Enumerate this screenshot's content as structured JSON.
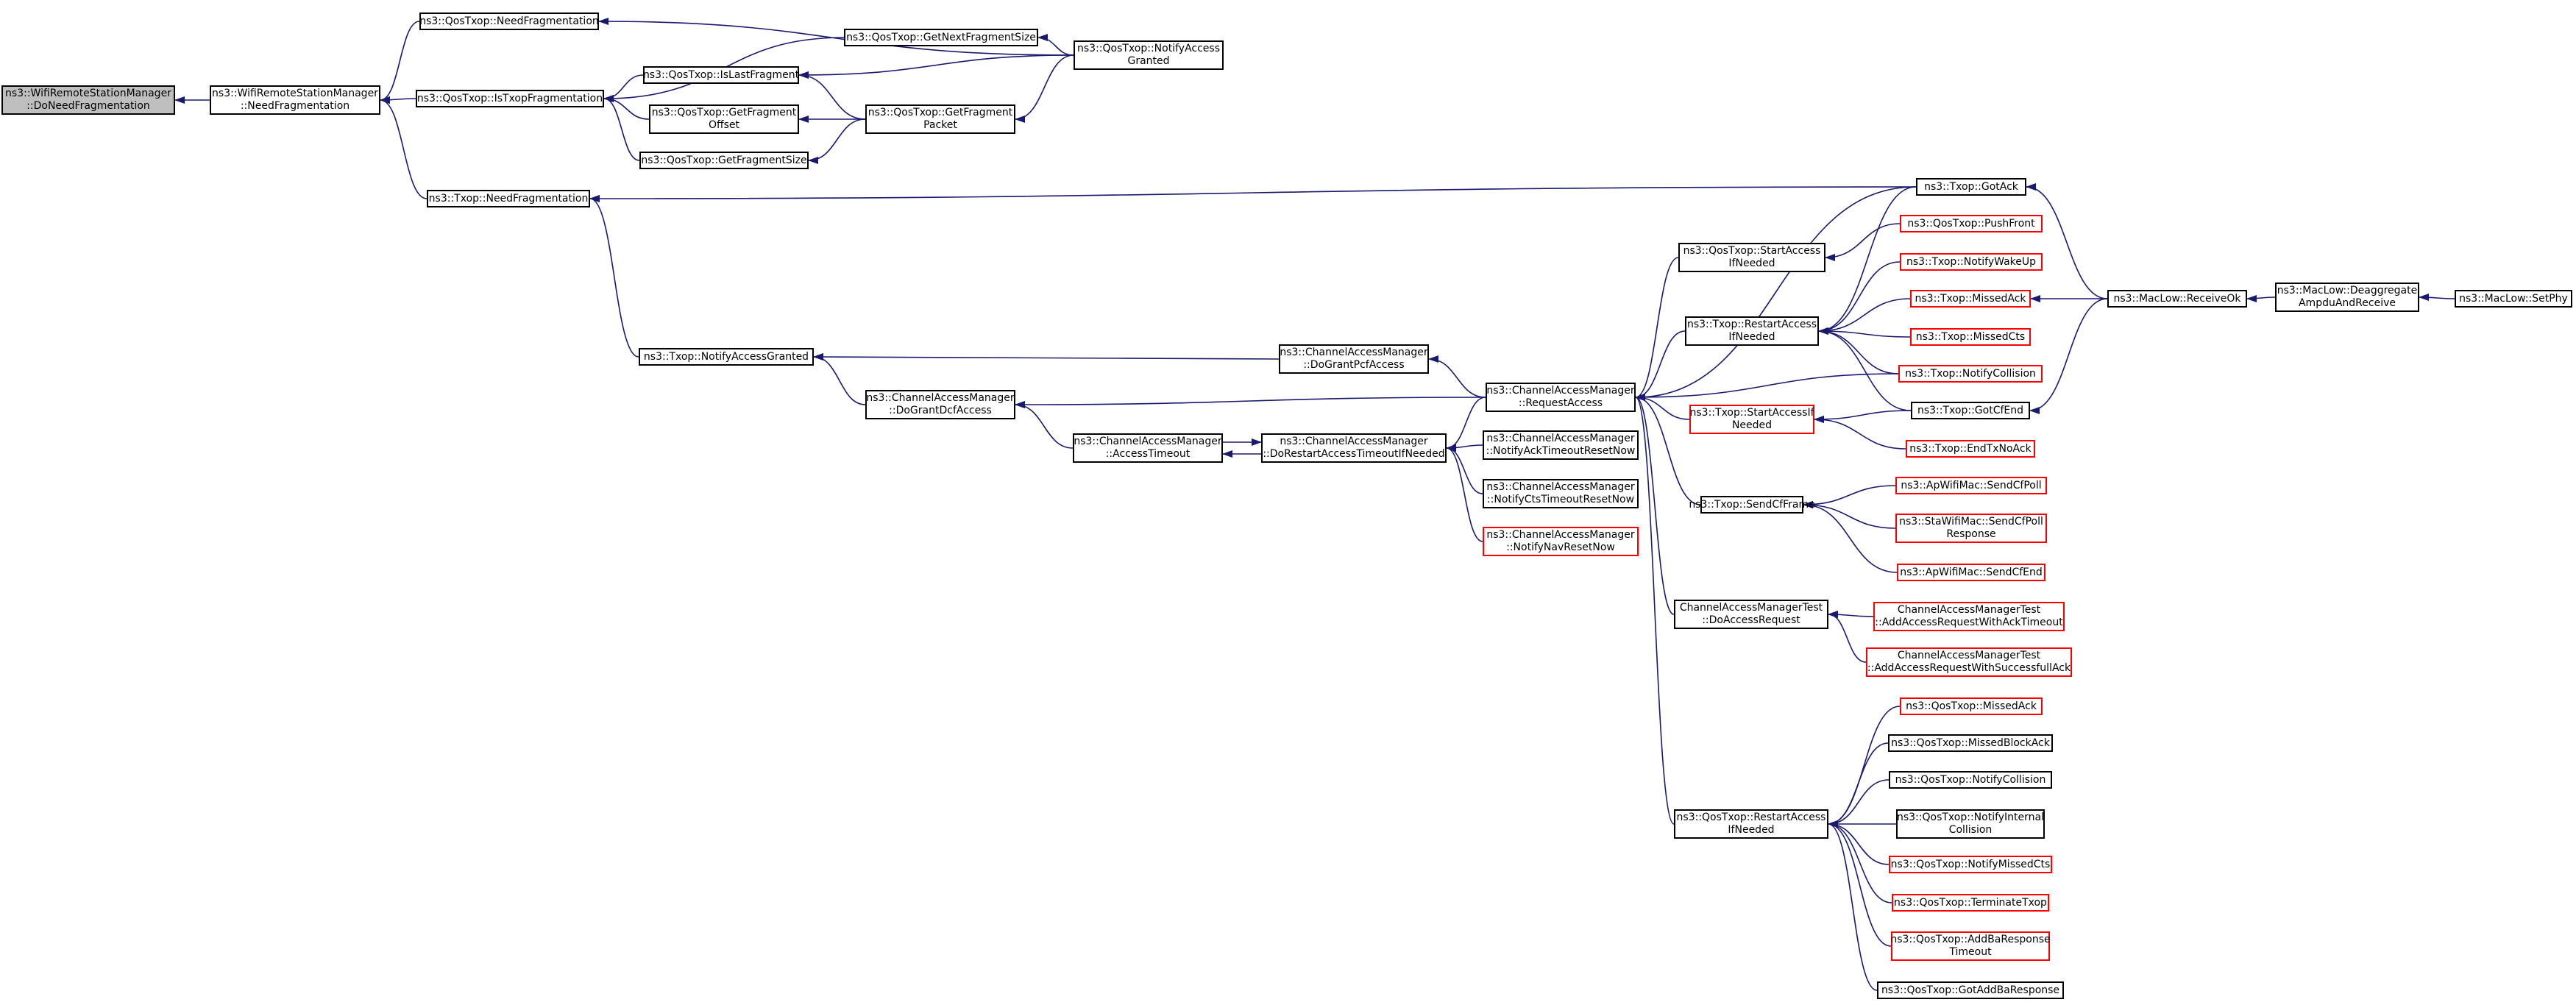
{
  "colors": {
    "edge": "#191970",
    "node_border": "#000000",
    "link_red": "#ff0000",
    "root_fill": "#bfbfbf"
  },
  "nodes": {
    "root": {
      "lines": [
        "ns3::WifiRemoteStationManager",
        "::DoNeedFragmentation"
      ],
      "style": "root"
    },
    "wrsm_nf": {
      "lines": [
        "ns3::WifiRemoteStationManager",
        "::NeedFragmentation"
      ],
      "style": "black"
    },
    "qt_nf": {
      "lines": [
        "ns3::QosTxop::NeedFragmentation"
      ],
      "style": "black"
    },
    "qt_itf": {
      "lines": [
        "ns3::QosTxop::IsTxopFragmentation"
      ],
      "style": "black"
    },
    "tx_nf": {
      "lines": [
        "ns3::Txop::NeedFragmentation"
      ],
      "style": "black"
    },
    "qt_gnfs": {
      "lines": [
        "ns3::QosTxop::GetNextFragmentSize"
      ],
      "style": "black"
    },
    "qt_ilf": {
      "lines": [
        "ns3::QosTxop::IsLastFragment"
      ],
      "style": "black"
    },
    "qt_gfo": {
      "lines": [
        "ns3::QosTxop::GetFragment",
        "Offset"
      ],
      "style": "black"
    },
    "qt_gfs": {
      "lines": [
        "ns3::QosTxop::GetFragmentSize"
      ],
      "style": "black"
    },
    "qt_nag": {
      "lines": [
        "ns3::QosTxop::NotifyAccess",
        "Granted"
      ],
      "style": "black"
    },
    "qt_gfp": {
      "lines": [
        "ns3::QosTxop::GetFragment",
        "Packet"
      ],
      "style": "black"
    },
    "tx_nag": {
      "lines": [
        "ns3::Txop::NotifyAccessGranted"
      ],
      "style": "black"
    },
    "cam_dgpa": {
      "lines": [
        "ns3::ChannelAccessManager",
        "::DoGrantPcfAccess"
      ],
      "style": "black"
    },
    "cam_dgda": {
      "lines": [
        "ns3::ChannelAccessManager",
        "::DoGrantDcfAccess"
      ],
      "style": "black"
    },
    "cam_at": {
      "lines": [
        "ns3::ChannelAccessManager",
        "::AccessTimeout"
      ],
      "style": "black"
    },
    "cam_drat": {
      "lines": [
        "ns3::ChannelAccessManager",
        "::DoRestartAccessTimeoutIfNeeded"
      ],
      "style": "black"
    },
    "cam_ra": {
      "lines": [
        "ns3::ChannelAccessManager",
        "::RequestAccess"
      ],
      "style": "black"
    },
    "cam_natrn": {
      "lines": [
        "ns3::ChannelAccessManager",
        "::NotifyAckTimeoutResetNow"
      ],
      "style": "black"
    },
    "cam_nctrn": {
      "lines": [
        "ns3::ChannelAccessManager",
        "::NotifyCtsTimeoutResetNow"
      ],
      "style": "black"
    },
    "cam_nnrn": {
      "lines": [
        "ns3::ChannelAccessManager",
        "::NotifyNavResetNow"
      ],
      "style": "red"
    },
    "qt_saifn": {
      "lines": [
        "ns3::QosTxop::StartAccess",
        "IfNeeded"
      ],
      "style": "black"
    },
    "tx_raifn": {
      "lines": [
        "ns3::Txop::RestartAccess",
        "IfNeeded"
      ],
      "style": "black"
    },
    "tx_saifn": {
      "lines": [
        "ns3::Txop::StartAccessIf",
        "Needed"
      ],
      "style": "red"
    },
    "tx_scf": {
      "lines": [
        "ns3::Txop::SendCfFrame"
      ],
      "style": "black"
    },
    "camt_dar": {
      "lines": [
        "ChannelAccessManagerTest",
        "::DoAccessRequest"
      ],
      "style": "black"
    },
    "qt_raifn": {
      "lines": [
        "ns3::QosTxop::RestartAccess",
        "IfNeeded"
      ],
      "style": "black"
    },
    "tx_ga": {
      "lines": [
        "ns3::Txop::GotAck"
      ],
      "style": "black"
    },
    "qt_pf": {
      "lines": [
        "ns3::QosTxop::PushFront"
      ],
      "style": "red"
    },
    "tx_nwu": {
      "lines": [
        "ns3::Txop::NotifyWakeUp"
      ],
      "style": "red"
    },
    "tx_ma": {
      "lines": [
        "ns3::Txop::MissedAck"
      ],
      "style": "red"
    },
    "tx_mc": {
      "lines": [
        "ns3::Txop::MissedCts"
      ],
      "style": "red"
    },
    "tx_nc": {
      "lines": [
        "ns3::Txop::NotifyCollision"
      ],
      "style": "red"
    },
    "tx_gce": {
      "lines": [
        "ns3::Txop::GotCfEnd"
      ],
      "style": "black"
    },
    "tx_etna": {
      "lines": [
        "ns3::Txop::EndTxNoAck"
      ],
      "style": "red"
    },
    "ap_scp": {
      "lines": [
        "ns3::ApWifiMac::SendCfPoll"
      ],
      "style": "red"
    },
    "sta_scpr": {
      "lines": [
        "ns3::StaWifiMac::SendCfPoll",
        "Response"
      ],
      "style": "red"
    },
    "ap_sce": {
      "lines": [
        "ns3::ApWifiMac::SendCfEnd"
      ],
      "style": "red"
    },
    "camt_aat": {
      "lines": [
        "ChannelAccessManagerTest",
        "::AddAccessRequestWithAckTimeout"
      ],
      "style": "red"
    },
    "camt_asa": {
      "lines": [
        "ChannelAccessManagerTest",
        "::AddAccessRequestWithSuccessfullAck"
      ],
      "style": "red"
    },
    "qt_ma": {
      "lines": [
        "ns3::QosTxop::MissedAck"
      ],
      "style": "red"
    },
    "qt_mba": {
      "lines": [
        "ns3::QosTxop::MissedBlockAck"
      ],
      "style": "black"
    },
    "qt_nc": {
      "lines": [
        "ns3::QosTxop::NotifyCollision"
      ],
      "style": "black"
    },
    "qt_nic": {
      "lines": [
        "ns3::QosTxop::NotifyInternal",
        "Collision"
      ],
      "style": "black"
    },
    "qt_nmc": {
      "lines": [
        "ns3::QosTxop::NotifyMissedCts"
      ],
      "style": "red"
    },
    "qt_tt": {
      "lines": [
        "ns3::QosTxop::TerminateTxop"
      ],
      "style": "red"
    },
    "qt_abrt": {
      "lines": [
        "ns3::QosTxop::AddBaResponse",
        "Timeout"
      ],
      "style": "red"
    },
    "qt_gabr": {
      "lines": [
        "ns3::QosTxop::GotAddBaResponse"
      ],
      "style": "black"
    },
    "ml_rok": {
      "lines": [
        "ns3::MacLow::ReceiveOk"
      ],
      "style": "black"
    },
    "ml_dar": {
      "lines": [
        "ns3::MacLow::Deaggregate",
        "AmpduAndReceive"
      ],
      "style": "black"
    },
    "ml_sp": {
      "lines": [
        "ns3::MacLow::SetPhy"
      ],
      "style": "black"
    }
  },
  "edges": [
    [
      "wrsm_nf",
      "root"
    ],
    [
      "qt_nf",
      "wrsm_nf"
    ],
    [
      "qt_itf",
      "wrsm_nf"
    ],
    [
      "tx_nf",
      "wrsm_nf"
    ],
    [
      "qt_nag",
      "qt_nf"
    ],
    [
      "qt_gnfs",
      "qt_itf"
    ],
    [
      "qt_ilf",
      "qt_itf"
    ],
    [
      "qt_gfo",
      "qt_itf"
    ],
    [
      "qt_gfs",
      "qt_itf"
    ],
    [
      "qt_nag",
      "qt_gnfs"
    ],
    [
      "qt_nag",
      "qt_ilf"
    ],
    [
      "qt_gfp",
      "qt_ilf"
    ],
    [
      "qt_gfp",
      "qt_gfo"
    ],
    [
      "qt_gfp",
      "qt_gfs"
    ],
    [
      "qt_nag",
      "qt_gfp"
    ],
    [
      "tx_ga",
      "tx_nf"
    ],
    [
      "tx_nag",
      "tx_nf"
    ],
    [
      "cam_dgpa",
      "tx_nag"
    ],
    [
      "cam_dgda",
      "tx_nag"
    ],
    [
      "cam_ra",
      "cam_dgpa"
    ],
    [
      "cam_ra",
      "cam_dgda"
    ],
    [
      "cam_at",
      "cam_dgda"
    ],
    [
      "cam_drat",
      "cam_at"
    ],
    [
      "cam_at",
      "cam_drat"
    ],
    [
      "cam_ra",
      "cam_drat"
    ],
    [
      "cam_natrn",
      "cam_drat"
    ],
    [
      "cam_nctrn",
      "cam_drat"
    ],
    [
      "cam_nnrn",
      "cam_drat"
    ],
    [
      "qt_saifn",
      "cam_ra"
    ],
    [
      "tx_raifn",
      "cam_ra"
    ],
    [
      "tx_saifn",
      "cam_ra"
    ],
    [
      "tx_scf",
      "cam_ra"
    ],
    [
      "camt_dar",
      "cam_ra"
    ],
    [
      "qt_raifn",
      "cam_ra"
    ],
    [
      "tx_ga",
      "cam_ra"
    ],
    [
      "tx_nc",
      "cam_ra"
    ],
    [
      "qt_pf",
      "qt_saifn"
    ],
    [
      "tx_ga",
      "tx_raifn"
    ],
    [
      "tx_nwu",
      "tx_raifn"
    ],
    [
      "tx_ma",
      "tx_raifn"
    ],
    [
      "tx_mc",
      "tx_raifn"
    ],
    [
      "tx_nc",
      "tx_raifn"
    ],
    [
      "tx_gce",
      "tx_raifn"
    ],
    [
      "tx_gce",
      "tx_saifn"
    ],
    [
      "tx_etna",
      "tx_saifn"
    ],
    [
      "ap_scp",
      "tx_scf"
    ],
    [
      "sta_scpr",
      "tx_scf"
    ],
    [
      "ap_sce",
      "tx_scf"
    ],
    [
      "camt_aat",
      "camt_dar"
    ],
    [
      "camt_asa",
      "camt_dar"
    ],
    [
      "qt_ma",
      "qt_raifn"
    ],
    [
      "qt_mba",
      "qt_raifn"
    ],
    [
      "qt_nc",
      "qt_raifn"
    ],
    [
      "qt_nic",
      "qt_raifn"
    ],
    [
      "qt_nmc",
      "qt_raifn"
    ],
    [
      "qt_tt",
      "qt_raifn"
    ],
    [
      "qt_abrt",
      "qt_raifn"
    ],
    [
      "qt_gabr",
      "qt_raifn"
    ],
    [
      "ml_rok",
      "tx_ga"
    ],
    [
      "ml_rok",
      "tx_ma"
    ],
    [
      "ml_rok",
      "tx_gce"
    ],
    [
      "ml_dar",
      "ml_rok"
    ],
    [
      "ml_sp",
      "ml_dar"
    ]
  ]
}
